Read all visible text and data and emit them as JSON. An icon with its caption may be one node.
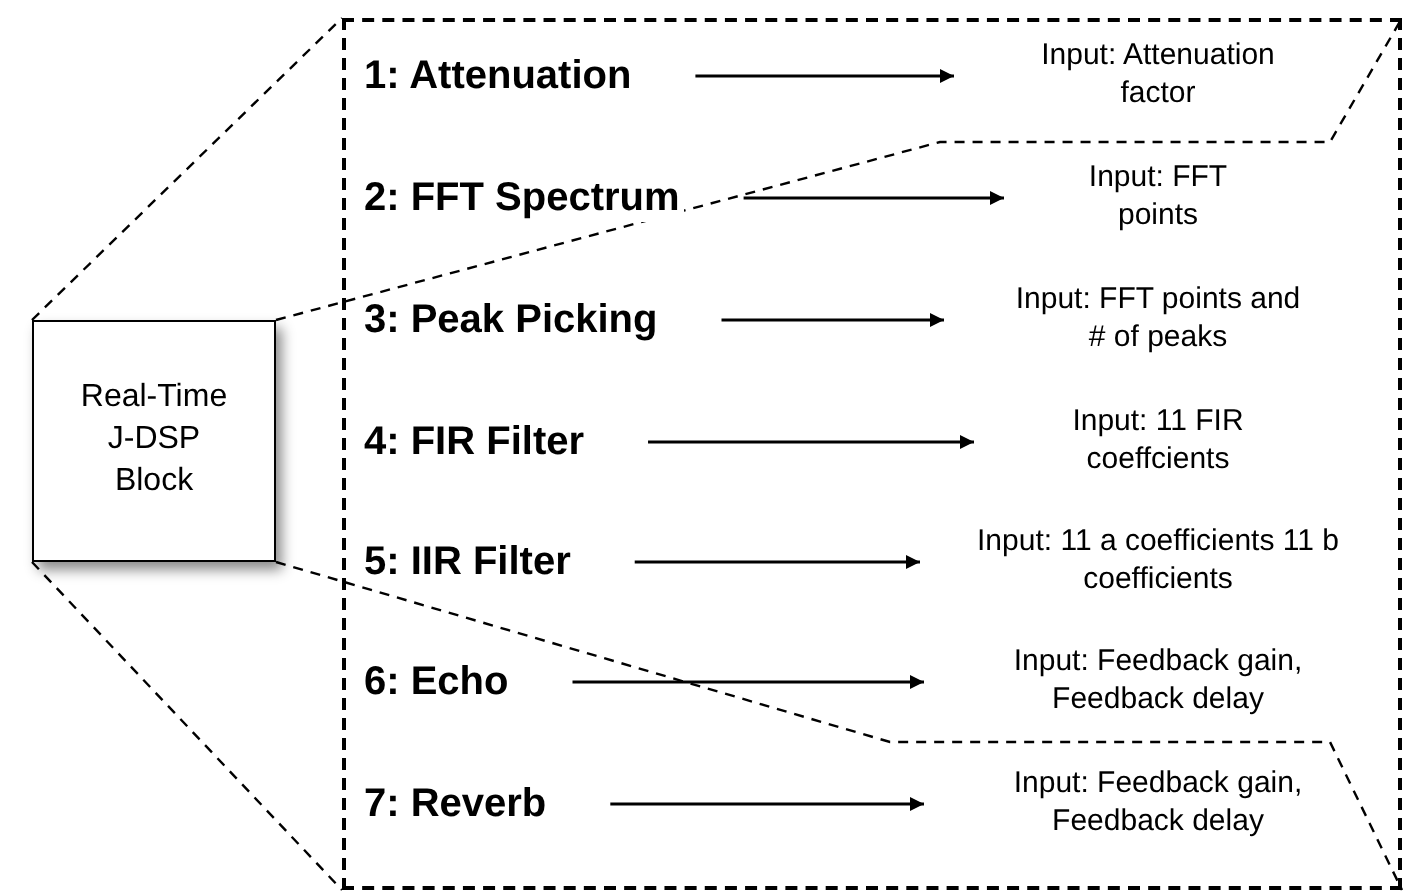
{
  "diagram": {
    "nodes": [
      {
        "text": [
          "Real-Time J-DSP Block"
        ]
      },
      {
        "text": [],
        "shape": "box"
      },
      {
        "text": [
          "1: Attenuation"
        ],
        "in": 1
      },
      {
        "text": [
          "Input: Attenuation factor"
        ],
        "in": 1
      },
      {
        "text": [
          "2: FFT Spectrum"
        ],
        "in": 1
      },
      {
        "text": [
          "Input: FFT points"
        ],
        "in": 1
      },
      {
        "text": [
          "3: Peak Picking"
        ],
        "in": 1
      },
      {
        "text": [
          "Input: FFT points and # of peaks"
        ],
        "in": 1
      },
      {
        "text": [
          "4: FIR Filter"
        ],
        "in": 1
      },
      {
        "text": [
          "Input: 11 FIR coeffcients"
        ],
        "in": 1
      },
      {
        "text": [
          "5: IIR Filter"
        ],
        "in": 1
      },
      {
        "text": [
          "Input: 11 a coefficients 11 b coefficients"
        ],
        "in": 1
      },
      {
        "text": [
          "6: Echo"
        ],
        "in": 1
      },
      {
        "text": [
          "Input: Feedback gain, Feedback delay"
        ],
        "in": 1
      },
      {
        "text": [
          "7: Reverb"
        ],
        "in": 1
      },
      {
        "text": [
          "Input: Feedback gain, Feedback delay"
        ],
        "in": 1
      }
    ],
    "edges": [
      {
        "from": 0,
        "to": 1,
        "arrow": "none",
        "style": "dashed"
      },
      {
        "from": 0,
        "to": 1,
        "arrow": "none",
        "style": "dashed"
      },
      {
        "from": 0,
        "to": 1,
        "arrow": "none",
        "style": "dashed"
      },
      {
        "from": 0,
        "to": 1,
        "arrow": "none",
        "style": "dashed"
      },
      {
        "from": 2,
        "to": 3,
        "arrow": "to"
      },
      {
        "from": 4,
        "to": 5,
        "arrow": "to"
      },
      {
        "from": 6,
        "to": 7,
        "arrow": "to"
      },
      {
        "from": 8,
        "to": 9,
        "arrow": "to"
      },
      {
        "from": 10,
        "to": 11,
        "arrow": "to"
      },
      {
        "from": 12,
        "to": 13,
        "arrow": "to"
      },
      {
        "from": 14,
        "to": 15,
        "arrow": "to"
      }
    ]
  }
}
